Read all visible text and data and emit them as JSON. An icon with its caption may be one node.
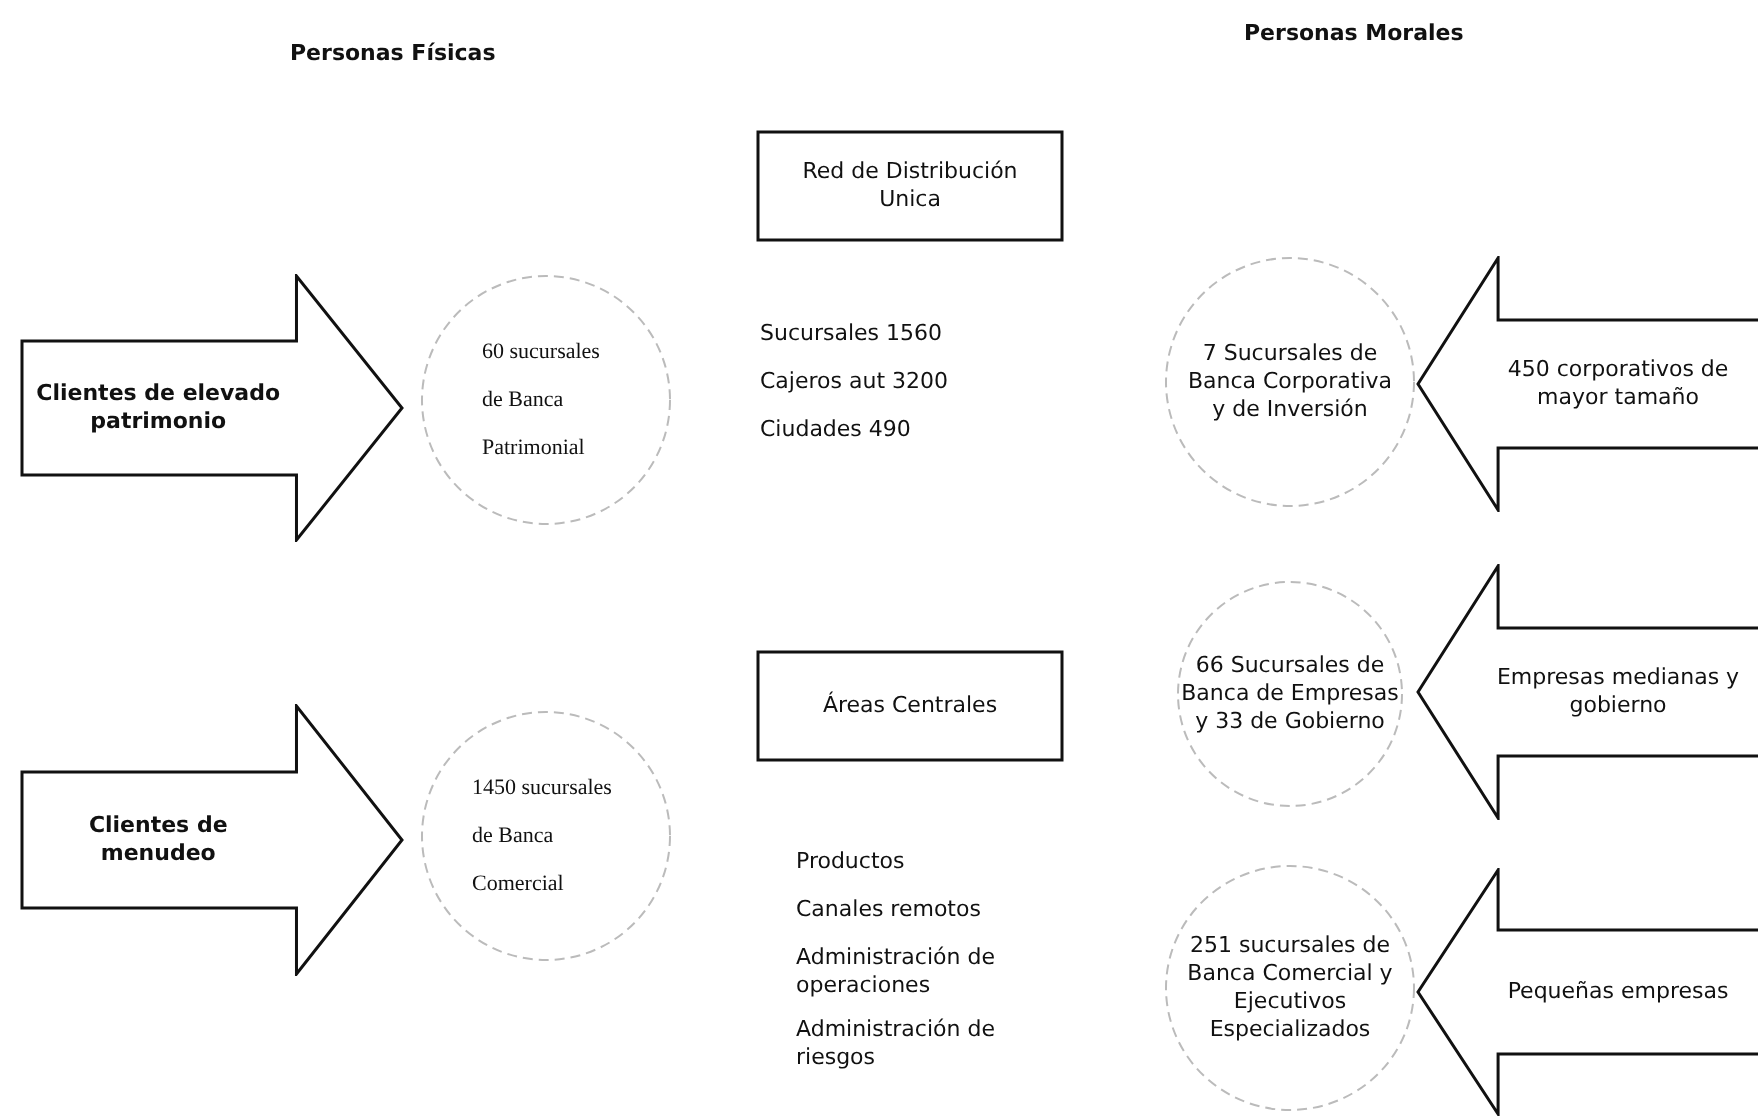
{
  "diagram": {
    "nodes": [
      {
        "text": [
          "Red de Distribución Unica"
        ]
      },
      {
        "text": [
          "Clientes de elevado patrimonio"
        ]
      },
      {
        "text": [
          "60 sucursales de Banca Patrimonial"
        ]
      },
      {
        "text": [
          "7 Sucursales de Banca Corporativa y de Inversión"
        ]
      },
      {
        "text": [
          "450 corporativos de mayor tamaño"
        ]
      },
      {
        "text": [
          "Áreas Centrales"
        ]
      },
      {
        "text": [
          "66 Sucursales de Banca de Empresas y 33 de Gobierno"
        ]
      },
      {
        "text": [
          "Empresas medianas y gobierno"
        ]
      },
      {
        "text": [
          "Clientes de menudeo"
        ]
      },
      {
        "text": [
          "1450 sucursales de Banca Comercial"
        ]
      },
      {
        "text": [
          "251 sucursales de Banca Comercial y Ejecutivos Especializados"
        ]
      },
      {
        "text": [
          "Pequeñas empresas"
        ]
      }
    ],
    "labels": [
      "Personas Físicas",
      "Personas Morales",
      "Sucursales 1560",
      "Cajeros aut 3200",
      "Ciudades 490",
      "Productos",
      "Canales remotos",
      "Administración de operaciones",
      "Administración de riesgos"
    ]
  }
}
